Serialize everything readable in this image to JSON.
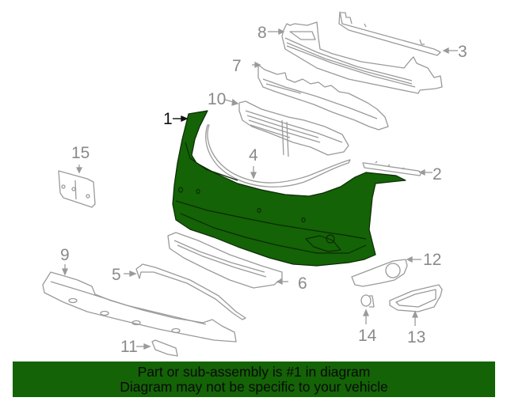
{
  "diagram": {
    "highlight_color": "#146306",
    "line_color": "#9a9a9a",
    "parts": [
      {
        "number": "1",
        "name": "bumper-cover",
        "highlighted": true
      },
      {
        "number": "2",
        "name": "side-trim"
      },
      {
        "number": "3",
        "name": "reinforcement-bracket"
      },
      {
        "number": "4",
        "name": "upper-molding"
      },
      {
        "number": "5",
        "name": "lower-molding"
      },
      {
        "number": "6",
        "name": "lower-grille"
      },
      {
        "number": "7",
        "name": "energy-absorber"
      },
      {
        "number": "8",
        "name": "impact-bar"
      },
      {
        "number": "9",
        "name": "lower-deflector"
      },
      {
        "number": "10",
        "name": "upper-grille"
      },
      {
        "number": "11",
        "name": "bracket"
      },
      {
        "number": "12",
        "name": "fog-lamp-bezel"
      },
      {
        "number": "13",
        "name": "bezel-trim"
      },
      {
        "number": "14",
        "name": "fog-lamp-socket"
      },
      {
        "number": "15",
        "name": "license-plate-bracket"
      }
    ]
  },
  "banner": {
    "line1": "Part or sub-assembly is #1 in diagram",
    "line2": "Diagram may not be specific to your vehicle",
    "background": "#146306"
  }
}
